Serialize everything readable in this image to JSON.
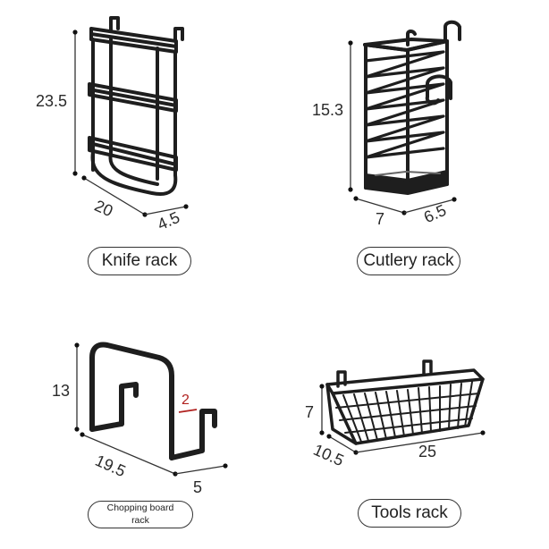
{
  "products": [
    {
      "id": "knife",
      "label": "Knife rack",
      "dimensions": {
        "height": "23.5",
        "width": "20",
        "depth": "4.5"
      }
    },
    {
      "id": "cutlery",
      "label": "Cutlery rack",
      "dimensions": {
        "height": "15.3",
        "width": "7",
        "depth": "6.5"
      }
    },
    {
      "id": "chopping",
      "label_line1": "Chopping board",
      "label_line2": "rack",
      "dimensions": {
        "height": "13",
        "width": "19.5",
        "depth": "5",
        "hook_gap": "2"
      }
    },
    {
      "id": "tools",
      "label": "Tools rack",
      "dimensions": {
        "height": "7",
        "width": "25",
        "depth": "10.5"
      }
    }
  ],
  "colors": {
    "frame": "#1e1e1e",
    "dimension_line": "#333333",
    "hook_gap_label": "#b0211f"
  }
}
